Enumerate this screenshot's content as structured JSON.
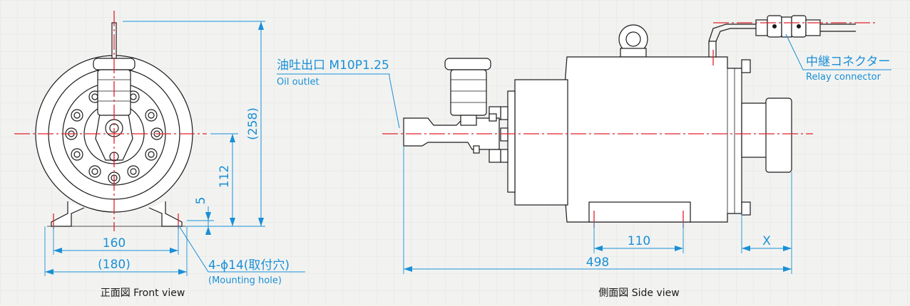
{
  "colors": {
    "dimension": "#1a8fd6",
    "centerline": "#e2202a",
    "outline": "#1a1a1a",
    "background": "#f2f3f1"
  },
  "front_view": {
    "caption": "正面図 Front view",
    "dims": {
      "d160": "160",
      "d180": "(180)",
      "d112": "112",
      "d258": "(258)",
      "d5": "5"
    },
    "hole_label": "4-ϕ14(取付穴)",
    "hole_label_en": "(Mounting hole)"
  },
  "side_view": {
    "caption": "側面図 Side view",
    "oil_label": "油吐出口 M10P1.25",
    "oil_label_en": "Oil outlet",
    "relay_label": "中継コネクター",
    "relay_label_en": "Relay connector",
    "dims": {
      "d110": "110",
      "d498": "498",
      "dX": "X"
    }
  }
}
